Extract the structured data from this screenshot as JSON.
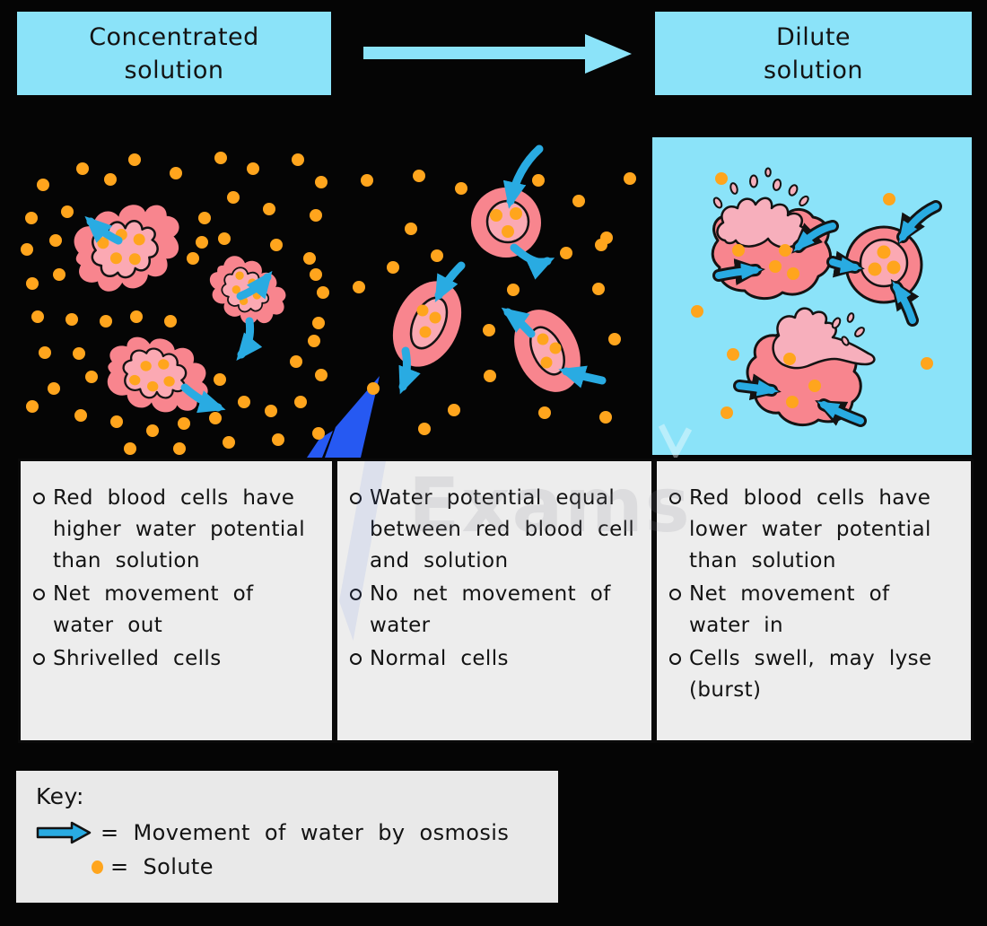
{
  "header": {
    "left": {
      "line1": "Concentrated",
      "line2": "solution"
    },
    "right": {
      "line1": "Dilute",
      "line2": "solution"
    }
  },
  "sections": {
    "concentrated": {
      "bullets": [
        "Red blood cells have higher water potential than solution",
        "Net movement of water out",
        "Shrivelled cells"
      ]
    },
    "equal": {
      "bullets": [
        "Water potential equal between red blood cell and solution",
        "No net movement of water",
        "Normal cells"
      ]
    },
    "dilute": {
      "bullets": [
        "Red blood cells have lower water potential than solution",
        "Net movement of water in",
        "Cells swell, may lyse (burst)"
      ]
    }
  },
  "key": {
    "title": "Key:",
    "items": [
      {
        "icon": "osmosis-arrow-icon",
        "label": "= Movement of water by osmosis"
      },
      {
        "icon": "solute-dot-icon",
        "label": "= Solute"
      }
    ]
  },
  "watermark": {
    "text": "Exams"
  },
  "colors": {
    "cyan_light": "#8BE3F9",
    "cyan_arrow": "#29ABE2",
    "orange": "#FFA51D",
    "pink": "#F8858E",
    "pink_light": "#FBA9B3",
    "pink_splash": "#F7AFBC",
    "text_box_bg": "#EDEDED",
    "key_box_bg": "#E9E9E9",
    "watermark_blue": "#2659F2",
    "background": "#050505"
  }
}
